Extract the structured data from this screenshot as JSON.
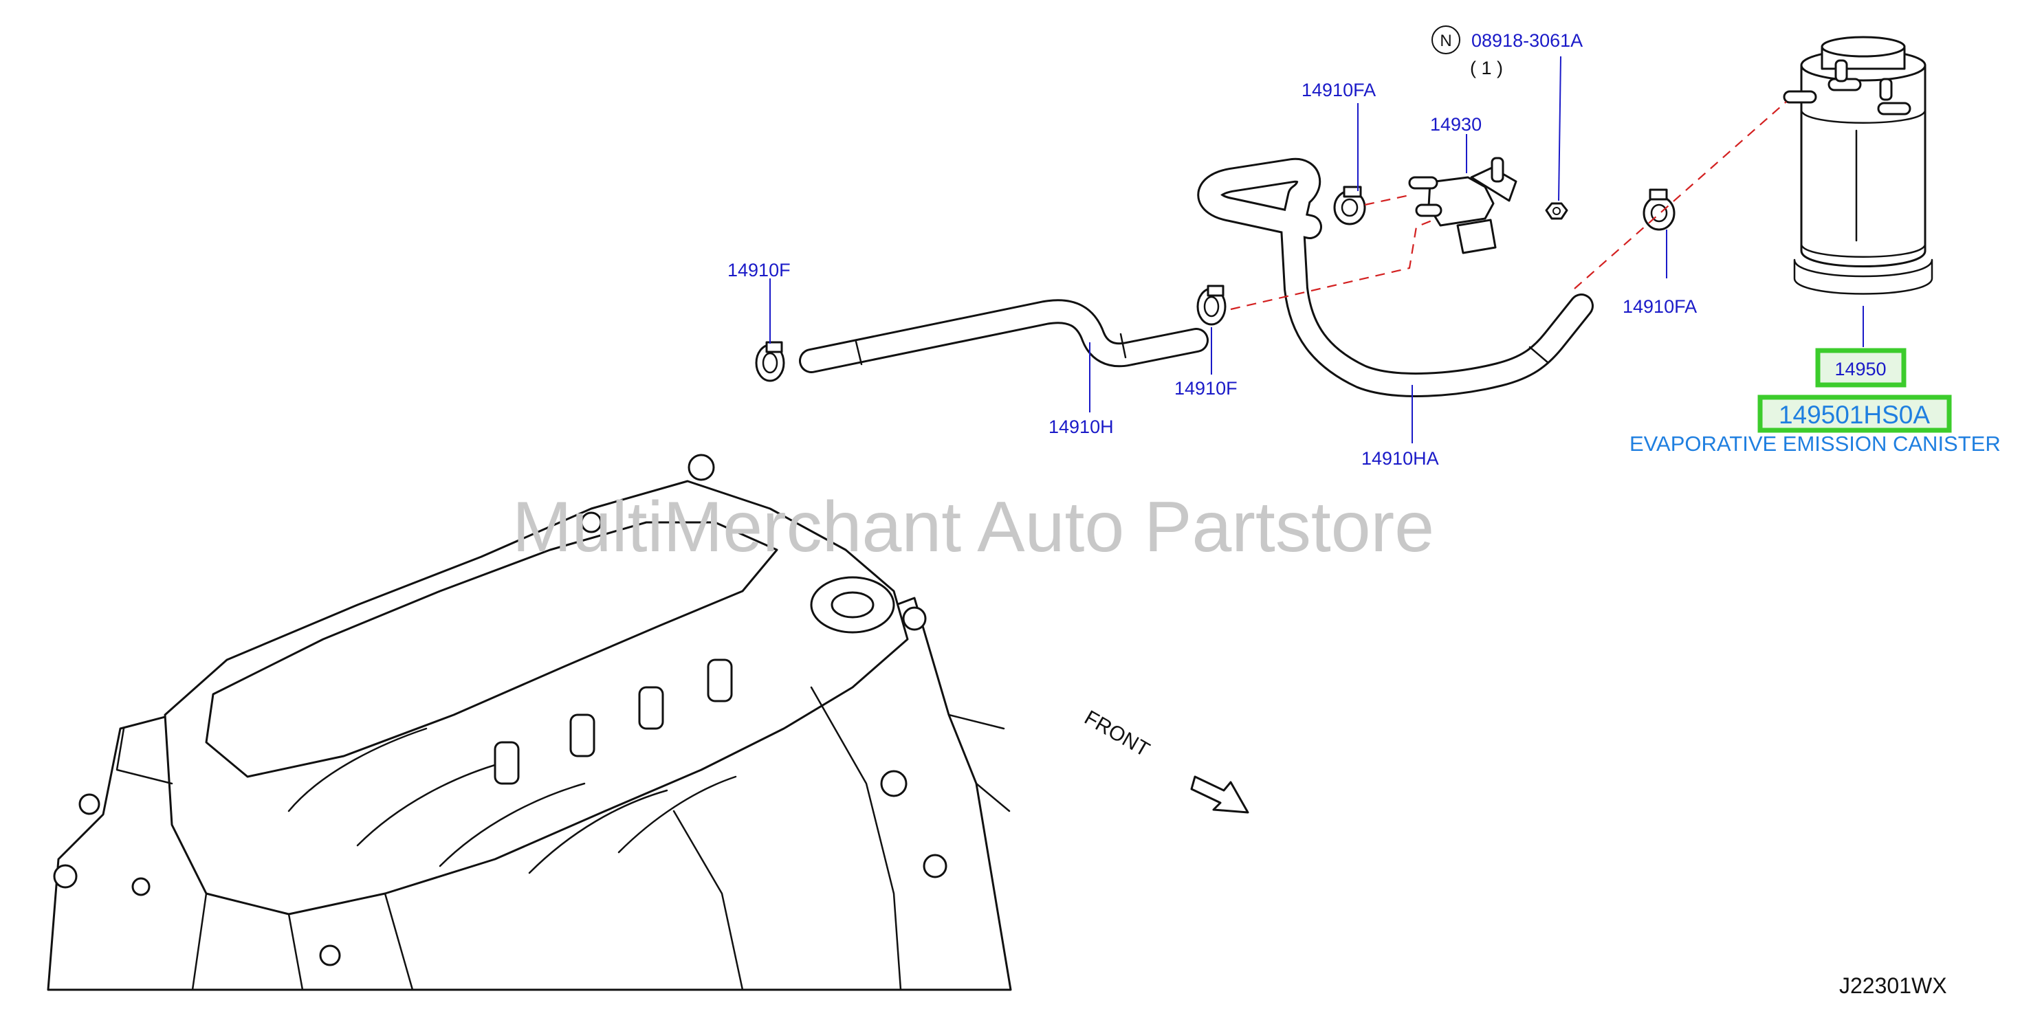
{
  "diagram": {
    "watermark": "MultiMerchant Auto Partstore",
    "drawing_code": "J22301WX",
    "front_label": "FRONT",
    "note_symbol": "N",
    "callouts": {
      "nut": "08918-3061A",
      "nut_qty": "( 1 )",
      "clip_fa_top": "14910FA",
      "valve": "14930",
      "clip_f_left": "14910F",
      "hose_h": "14910H",
      "clip_f_mid": "14910F",
      "hose_ha": "14910HA",
      "clip_fa_right": "14910FA",
      "canister": "14950"
    },
    "highlight": {
      "part_number": "149501HS0A",
      "description": "EVAPORATIVE EMISSION CANISTER"
    },
    "colors": {
      "callout": "#1a1ac8",
      "highlight_border": "#3ccc2c",
      "highlight_text": "#1f7fe0",
      "dashed_path": "#d32020",
      "watermark": "#c8c8c8"
    }
  }
}
